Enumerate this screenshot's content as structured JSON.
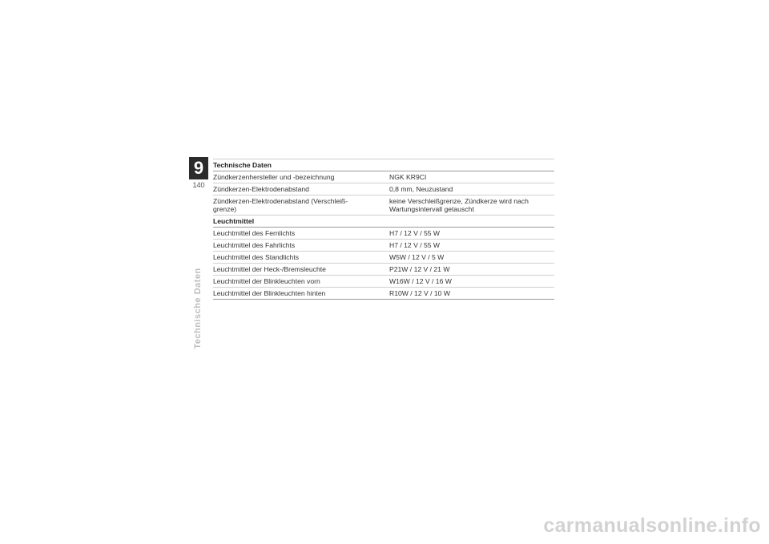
{
  "chapter": {
    "number": "9",
    "page_number": "140",
    "side_title": "Technische Daten"
  },
  "sections": [
    {
      "heading": "Technische Daten",
      "rows": [
        {
          "label": "Zündkerzenhersteller und -bezeichnung",
          "value": "NGK KR9CI"
        },
        {
          "label": "Zündkerzen-Elektrodenabstand",
          "value": "0,8 mm, Neuzustand"
        },
        {
          "label": "Zündkerzen-Elektrodenabstand (Verschleiß-\ngrenze)",
          "value": "keine Verschleißgrenze, Zündkerze wird nach\nWartungsintervall getauscht"
        }
      ]
    },
    {
      "heading": "Leuchtmittel",
      "rows": [
        {
          "label": "Leuchtmittel des Fernlichts",
          "value": "H7 / 12 V / 55 W"
        },
        {
          "label": "Leuchtmittel des Fahrlichts",
          "value": "H7 / 12 V / 55 W"
        },
        {
          "label": "Leuchtmittel des Standlichts",
          "value": "W5W / 12 V / 5 W"
        },
        {
          "label": "Leuchtmittel der Heck-/Bremsleuchte",
          "value": "P21W / 12 V / 21 W"
        },
        {
          "label": "Leuchtmittel der Blinkleuchten vorn",
          "value": "W16W / 12 V / 16 W"
        },
        {
          "label": "Leuchtmittel der Blinkleuchten hinten",
          "value": "R10W / 12 V / 10 W"
        }
      ]
    }
  ],
  "watermark": "carmanualsonline.info"
}
